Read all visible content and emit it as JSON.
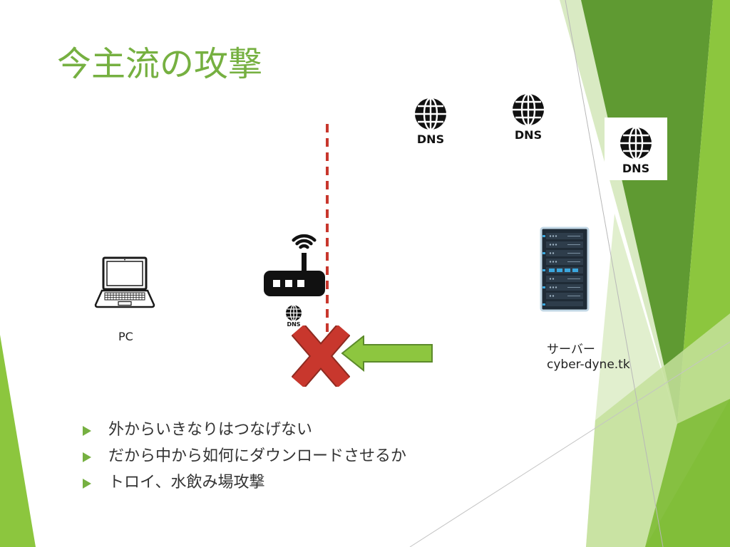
{
  "slide": {
    "title": "今主流の攻撃",
    "accent_color": "#76b041"
  },
  "diagram": {
    "pc": {
      "icon": "laptop-icon",
      "label": "PC"
    },
    "router": {
      "icon": "router-icon"
    },
    "router_dns": {
      "icon": "dns-globe-icon",
      "label": "DNS"
    },
    "dns_servers": [
      {
        "icon": "dns-globe-icon",
        "label": "DNS"
      },
      {
        "icon": "dns-globe-icon",
        "label": "DNS"
      },
      {
        "icon": "dns-globe-icon",
        "label": "DNS"
      }
    ],
    "server": {
      "icon": "server-icon",
      "label": "サーバー",
      "domain": "cyber-dyne.tk"
    },
    "blocked_marker": {
      "icon": "x-mark-icon",
      "color": "#c8372d"
    },
    "attack_arrow": {
      "icon": "arrow-left-icon",
      "color": "#8dc63f"
    },
    "boundary_line_color": "#c8372d"
  },
  "bullets": [
    "外からいきなりはつなげない",
    "だから中から如何にダウンロードさせるか",
    "トロイ、水飲み場攻撃"
  ],
  "theme_colors": {
    "dark_green": "#5f9a32",
    "bright_green": "#8cc63e",
    "light_green": "#cfe6ad"
  }
}
